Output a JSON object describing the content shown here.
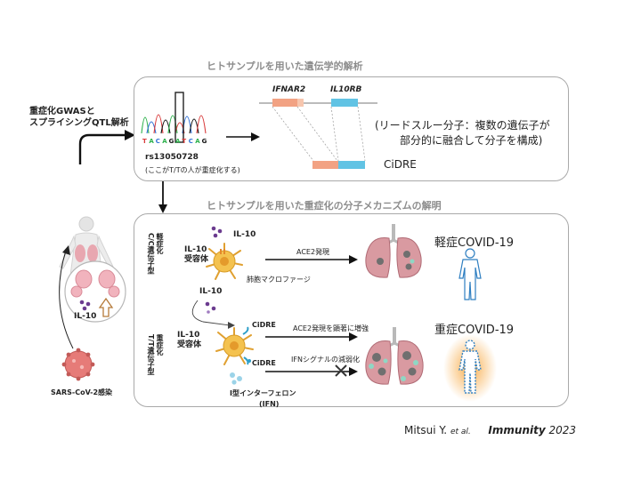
{
  "left": {
    "gwas_title_line1": "重症化GWASと",
    "gwas_title_line2": "スプライシングQTL解析",
    "il10": "IL-10",
    "infection": "SARS-CoV-2感染"
  },
  "panel1": {
    "heading": "ヒトサンプルを用いた遺伝学的解析",
    "dna_bases": [
      "T",
      "A",
      "C",
      "A",
      "G",
      "A",
      "T",
      "C",
      "A",
      "G"
    ],
    "snp_id": "rs13050728",
    "snp_note": "(ここがT/Tの人が重症化する)",
    "gene1": "IFNAR2",
    "gene2": "IL10RB",
    "readthrough_line1": "(リードスルー分子：複数の遺伝子が",
    "readthrough_line2": "部分的に融合して分子を構成)",
    "fusion": "CiDRE"
  },
  "panel2": {
    "heading": "ヒトサンプルを用いた重症化の分子メカニズムの解明",
    "mild_genotype_line1": "軽症化",
    "mild_genotype_line2": "C/C遺伝子型",
    "severe_genotype_line1": "重症化",
    "severe_genotype_line2": "T/T遺伝子型",
    "il10_top": "IL-10",
    "il10_receptor_line1": "IL-10",
    "il10_receptor_line2": "受容体",
    "macrophage": "肺胞マクロファージ",
    "ace2_expression": "ACE2発現",
    "mild_covid": "軽症COVID-19",
    "il10_mid": "IL-10",
    "cidre_1": "CiDRE",
    "il10_receptor2_line1": "IL-10",
    "il10_receptor2_line2": "受容体",
    "ace2_increase": "ACE2発現を顕著に増強",
    "cidre_2": "CiDRE",
    "ifn_weakening": "IFNシグナルの減弱化",
    "ifn_line1": "I型インターフェロン",
    "ifn_line2": "(IFN)",
    "severe_covid": "重症COVID-19"
  },
  "citation": {
    "author": "Mitsui Y.",
    "etal": "et al.",
    "journal": "Immunity",
    "year": "2023"
  },
  "colors": {
    "orange_exon": "#f2a283",
    "blue_exon": "#61c3e4",
    "purple_dot": "#6b3b8f",
    "macrophage": "#f0b63c",
    "lung": "#c9828a",
    "severe_glow": "#f7a53a",
    "person_blue": "#2f7fc1"
  }
}
